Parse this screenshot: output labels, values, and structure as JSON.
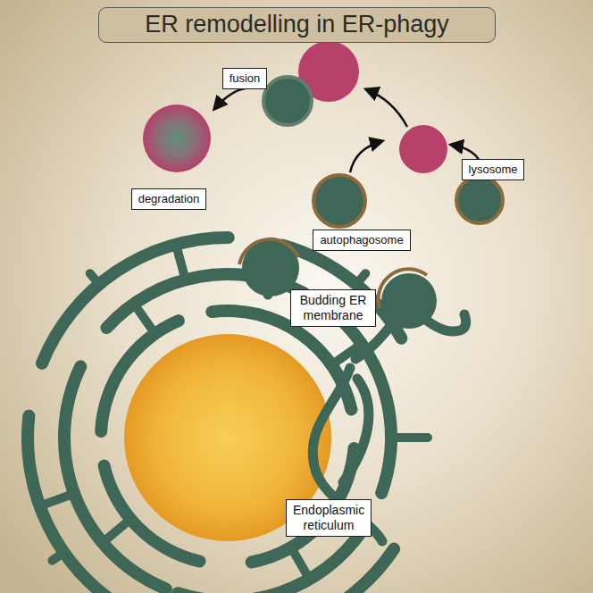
{
  "diagram": {
    "title": "ER remodelling in ER-phagy",
    "nodes": [
      {
        "text": [
          "fusion"
        ]
      },
      {
        "text": [
          "lysosome"
        ]
      },
      {
        "text": [
          "degradation"
        ]
      },
      {
        "text": [
          "autophagosome"
        ]
      },
      {
        "text": [
          "Budding ER membrane"
        ]
      },
      {
        "text": [
          "Endoplasmic reticulum"
        ]
      }
    ]
  }
}
